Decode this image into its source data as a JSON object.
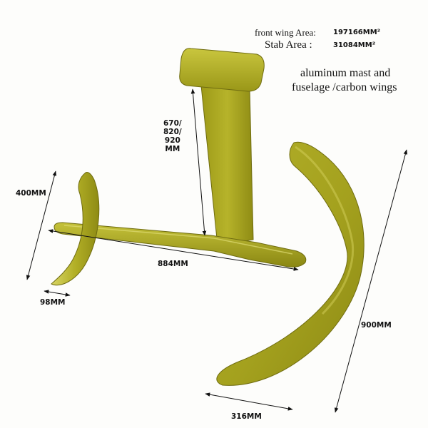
{
  "areas": {
    "front_label": "front wing Area:",
    "front_value": "197166MM²",
    "stab_label": "Stab Area :",
    "stab_value": "31084MM²"
  },
  "description": {
    "line1": "aluminum mast and",
    "line2": "fuselage /carbon wings"
  },
  "dimensions": {
    "mast_lengths": [
      "670/",
      "820/",
      "920",
      "MM"
    ],
    "stab_span": "400MM",
    "fuselage_length": "884MM",
    "stab_chord": "98MM",
    "wing_span": "900MM",
    "wing_chord": "316MM"
  },
  "colors": {
    "part_fill": "#aaa820",
    "part_highlight": "#d6d35a",
    "part_shadow": "#6f6c10"
  }
}
